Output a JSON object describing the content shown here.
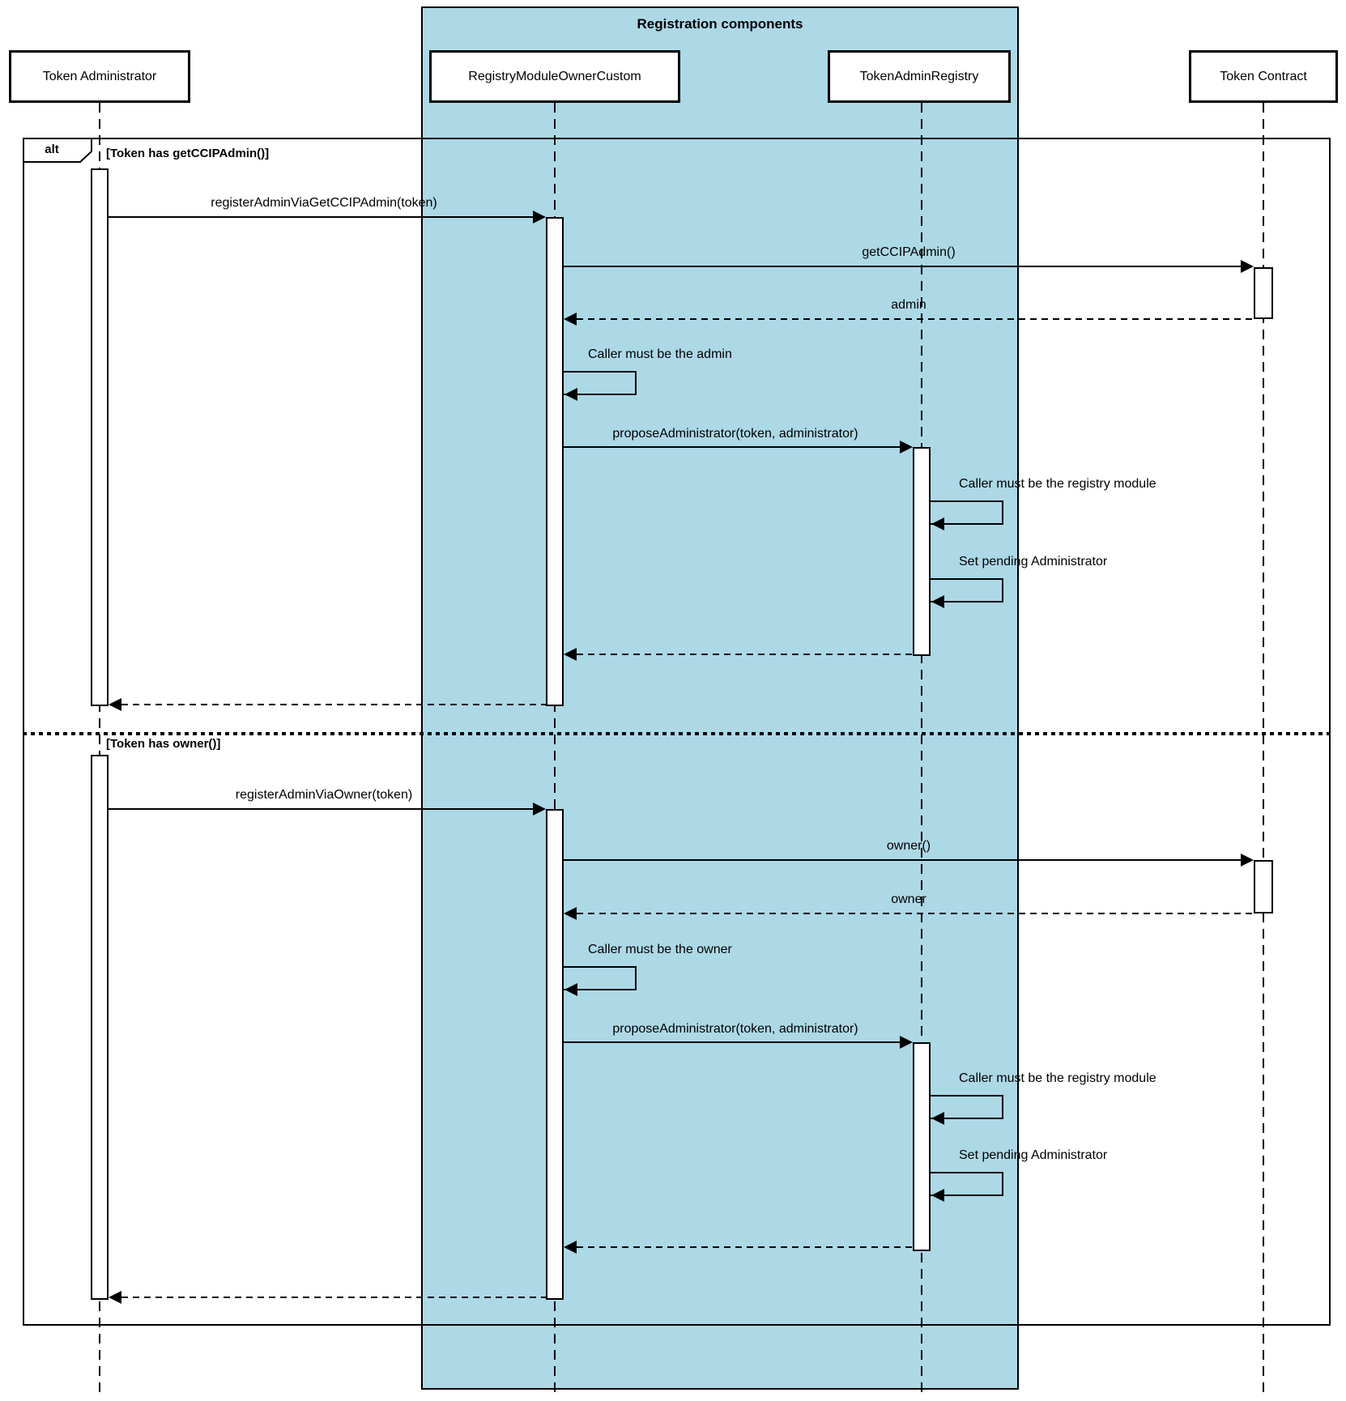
{
  "diagram": {
    "frame_title": "Registration components",
    "alt_operator": "alt",
    "guards": {
      "ccip": "[Token has getCCIPAdmin()]",
      "owner": "[Token has owner()]"
    },
    "participants": [
      {
        "label": "Token Administrator"
      },
      {
        "label": "RegistryModuleOwnerCustom"
      },
      {
        "label": "TokenAdminRegistry"
      },
      {
        "label": "Token Contract"
      }
    ],
    "messages": {
      "register_ccip": "registerAdminViaGetCCIPAdmin(token)",
      "get_ccip_admin": "getCCIPAdmin()",
      "admin_return": "admin",
      "caller_admin": "Caller must be the admin",
      "propose_admin": "proposeAdministrator(token, administrator)",
      "caller_registry": "Caller must be the registry module",
      "set_pending": "Set pending Administrator",
      "register_owner": "registerAdminViaOwner(token)",
      "owner_call": "owner()",
      "owner_return": "owner",
      "caller_owner": "Caller must be the owner"
    },
    "colors": {
      "frame_fill": "#add8e6",
      "stroke": "#000000",
      "participant_fill": "#ffffff"
    }
  }
}
